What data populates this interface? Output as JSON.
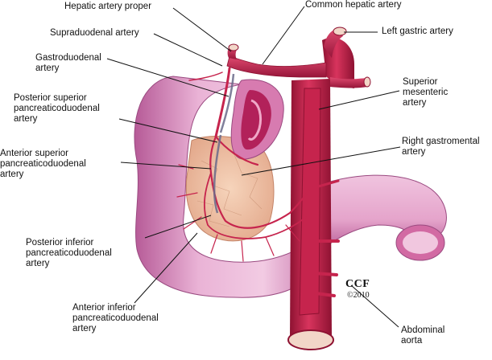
{
  "labels": {
    "hepatic_artery_proper": "Hepatic artery proper",
    "common_hepatic_artery": "Common hepatic artery",
    "supraduodenal_artery": "Supraduodenal artery",
    "left_gastric_artery": "Left gastric artery",
    "gastroduodenal_artery": [
      "Gastroduodenal",
      "artery"
    ],
    "superior_mesenteric_artery": [
      "Superior",
      "mesenteric",
      "artery"
    ],
    "posterior_superior_pd_artery": [
      "Posterior superior",
      "pancreaticoduodenal",
      "artery"
    ],
    "right_gastromental_artery": [
      "Right gastromental",
      "artery"
    ],
    "anterior_superior_pd_artery": [
      "Anterior superior",
      "pancreaticoduodenal",
      "artery"
    ],
    "posterior_inferior_pd_artery": [
      "Posterior inferior",
      "pancreaticoduodenal",
      "artery"
    ],
    "anterior_inferior_pd_artery": [
      "Anterior inferior",
      "pancreaticoduodenal",
      "artery"
    ],
    "abdominal_aorta": [
      "Abdominal",
      "aorta"
    ]
  },
  "credit": {
    "mark": "CCF",
    "year": "©2010"
  },
  "colors": {
    "duodenum": "#e9a8cf",
    "duodenum_dark": "#c76aa8",
    "artery": "#c8264f",
    "artery_dark": "#8e1232",
    "pancreas": "#f2c7a8",
    "vein": "#6a6a8a"
  }
}
